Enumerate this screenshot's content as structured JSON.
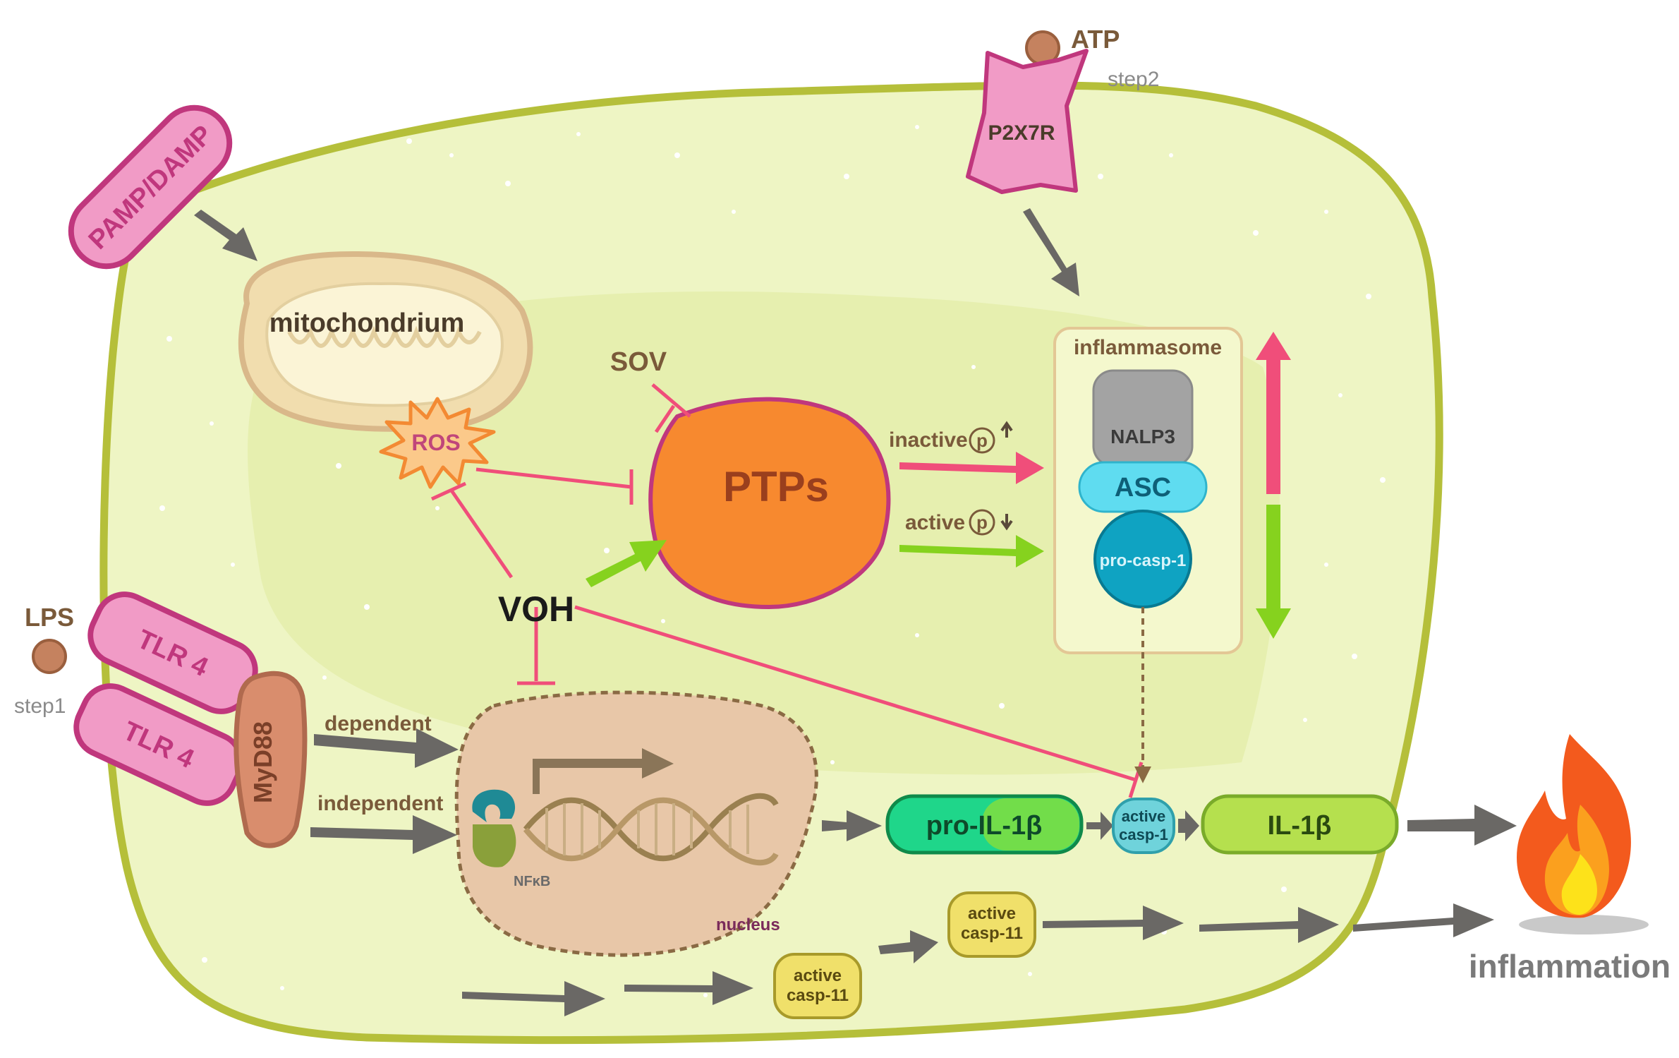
{
  "labels": {
    "atp": "ATP",
    "step2": "step2",
    "p2x7r": "P2X7R",
    "pamp_damp": "PAMP/DAMP",
    "mitochondrium": "mitochondrium",
    "ros": "ROS",
    "sov": "SOV",
    "ptps": "PTPs",
    "inactive": "inactive",
    "active": "active",
    "p_symbol": "p",
    "inflammasome": "inflammasome",
    "nalp3": "NALP3",
    "asc": "ASC",
    "pro_casp1": "pro-casp-1",
    "voh": "VOH",
    "lps": "LPS",
    "tlr4_top": "TLR 4",
    "tlr4_bottom": "TLR 4",
    "step1": "step1",
    "myd88": "MyD88",
    "dependent": "dependent",
    "independent": "independent",
    "nfkb": "NFκB",
    "nucleus": "nucleus",
    "pro_il1b": "pro-IL-1β",
    "active_casp1_line1": "active",
    "active_casp1_line2": "casp-1",
    "il1b": "IL-1β",
    "active_casp11_a_line1": "active",
    "active_casp11_a_line2": "casp-11",
    "active_casp11_b_line1": "active",
    "active_casp11_b_line2": "casp-11",
    "inflammation": "inflammation"
  },
  "colors": {
    "cell_fill": "#eef5c4",
    "cell_border": "#b5bf3a",
    "inhibit": "#f04e7a",
    "activate": "#86d21e",
    "arrow_grey": "#6a6865",
    "receptor_pink": "#f19bc6",
    "ptps_orange": "#f7892f",
    "nalp3_grey": "#a3a3a3",
    "asc_cyan": "#5fdcf0",
    "procasp_teal": "#0fa3c2",
    "il1b_green": "#b5e04e",
    "casp11_yellow": "#f0e06a",
    "nucleus_tan": "#e8c7a8"
  }
}
